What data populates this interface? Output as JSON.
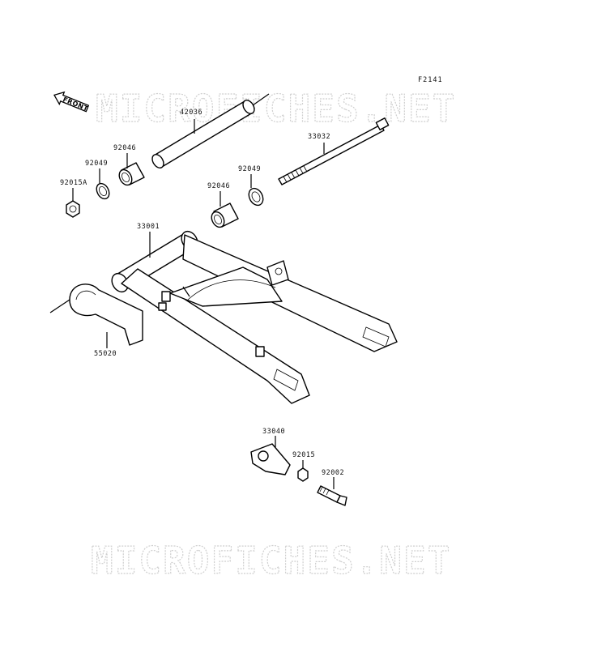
{
  "figure_code": "F2141",
  "watermark_text": "MICROFICHES.NET",
  "front_label": "FRONT",
  "callouts": {
    "p42036": "42036",
    "p33032": "33032",
    "p92046_left": "92046",
    "p92049_left": "92049",
    "p92015A": "92015A",
    "p92049_right": "92049",
    "p92046_right": "92046",
    "p33001": "33001",
    "p55020": "55020",
    "p33040": "33040",
    "p92015": "92015",
    "p92002": "92002"
  }
}
